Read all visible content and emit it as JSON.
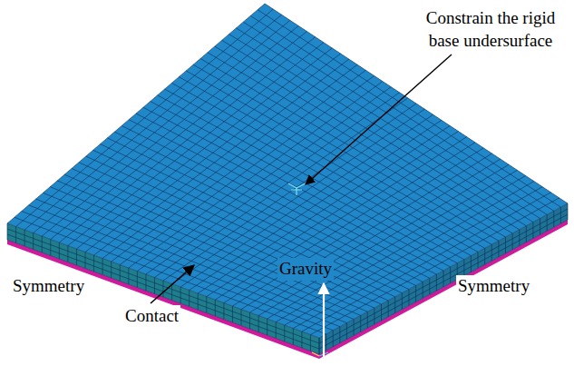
{
  "diagram": {
    "labels": [
      "Constrain the rigid base undersurface",
      "Symmetry",
      "Gravity",
      "Symmetry",
      "Contact"
    ]
  }
}
